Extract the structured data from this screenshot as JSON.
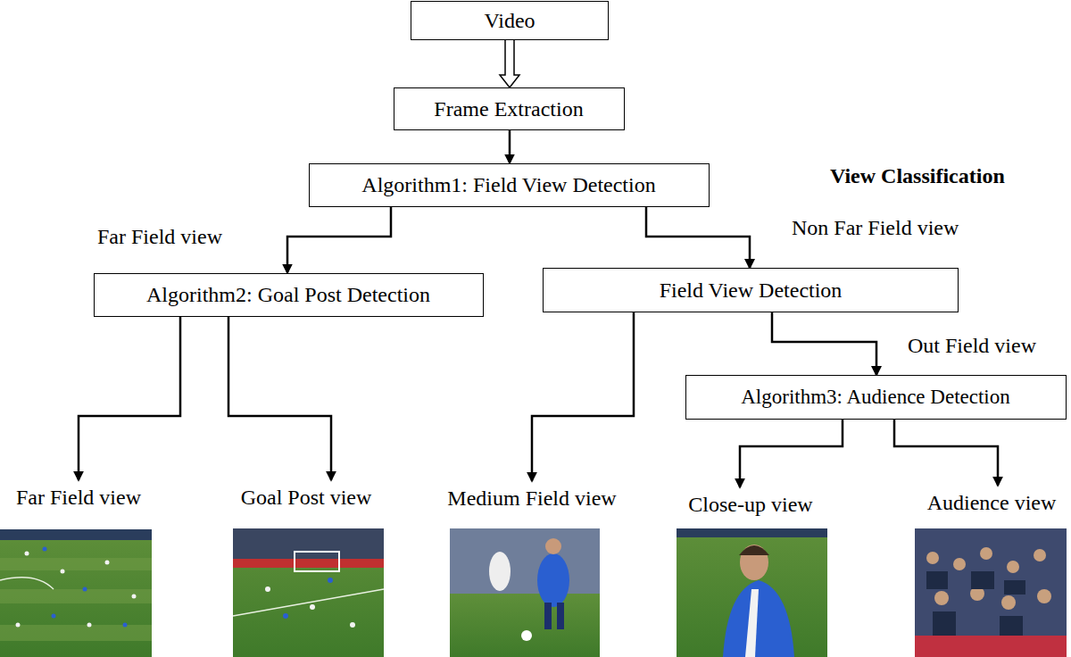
{
  "diagram": {
    "title": "View Classification",
    "nodes": [
      {
        "text": [
          "Video"
        ]
      },
      {
        "text": [
          "Frame Extraction"
        ]
      },
      {
        "text": [
          "Algorithm1: Field View Detection"
        ]
      },
      {
        "text": [
          "Algorithm2: Goal Post Detection"
        ]
      },
      {
        "text": [
          "Field View Detection"
        ]
      },
      {
        "text": [
          "Algorithm3: Audience Detection"
        ]
      },
      {
        "text": [
          "Far Field view"
        ]
      },
      {
        "text": [
          "Goal Post view"
        ]
      },
      {
        "text": [
          "Medium Field view"
        ]
      },
      {
        "text": [
          "Close-up view"
        ]
      },
      {
        "text": [
          "Audience view"
        ]
      }
    ],
    "edges": [
      {
        "from": 0,
        "to": 1,
        "arrow": "to"
      },
      {
        "from": 1,
        "to": 2,
        "arrow": "to"
      },
      {
        "from": 2,
        "to": 3,
        "label": "Far Field view",
        "arrow": "to"
      },
      {
        "from": 2,
        "to": 4,
        "label": "Non Far Field view",
        "arrow": "to"
      },
      {
        "from": 3,
        "to": 6,
        "arrow": "to"
      },
      {
        "from": 3,
        "to": 7,
        "arrow": "to"
      },
      {
        "from": 4,
        "to": 8,
        "arrow": "to"
      },
      {
        "from": 4,
        "to": 5,
        "label": "Out Field view",
        "arrow": "to"
      },
      {
        "from": 5,
        "to": 9,
        "arrow": "to"
      },
      {
        "from": 5,
        "to": 10,
        "arrow": "to"
      }
    ]
  }
}
